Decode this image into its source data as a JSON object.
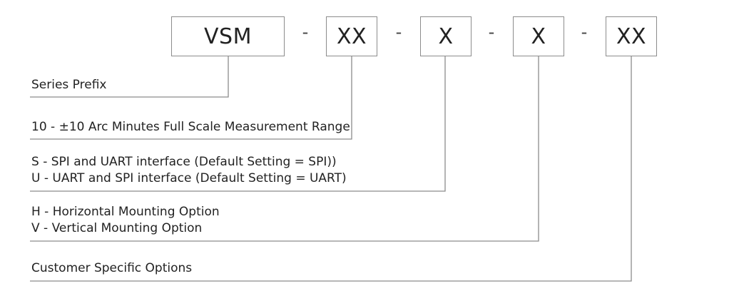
{
  "code_segments": [
    "VSM",
    "XX",
    "X",
    "X",
    "XX"
  ],
  "separator": "-",
  "descriptions": {
    "series_prefix": [
      "Series Prefix"
    ],
    "measurement_range": [
      "10 - ±10 Arc Minutes Full Scale Measurement Range"
    ],
    "interface": [
      "S - SPI and UART interface (Default Setting = SPI))",
      "U - UART and SPI interface (Default Setting = UART)"
    ],
    "mounting": [
      "H - Horizontal Mounting Option",
      "V - Vertical Mounting Option"
    ],
    "customer": [
      "Customer Specific Options"
    ]
  }
}
